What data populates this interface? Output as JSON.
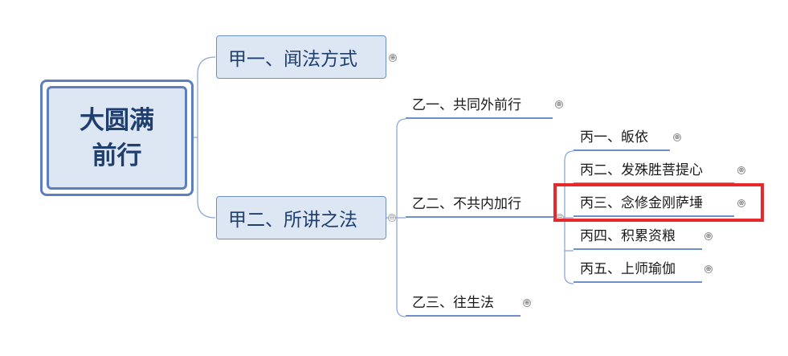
{
  "root": {
    "line1": "大圆满",
    "line2": "前行"
  },
  "level1": [
    {
      "label": "甲一、闻法方式",
      "expand": "⊕"
    },
    {
      "label": "甲二、所讲之法",
      "collapse": "⊖"
    }
  ],
  "level2": [
    {
      "label": "乙一、共同外前行",
      "expand": "⊕"
    },
    {
      "label": "乙二、不共内加行",
      "collapse": "⊖"
    },
    {
      "label": "乙三、往生法",
      "expand": "⊕"
    }
  ],
  "level3": [
    {
      "label": "丙一、皈依",
      "expand": "⊕"
    },
    {
      "label": "丙二、发殊胜菩提心",
      "expand": "⊕"
    },
    {
      "label": "丙三、念修金刚萨埵",
      "expand": "⊕"
    },
    {
      "label": "丙四、积累资粮",
      "expand": "⊕"
    },
    {
      "label": "丙五、上师瑜伽",
      "expand": "⊕"
    }
  ],
  "colors": {
    "node_fill": "#dde6f3",
    "node_border": "#5b7fbf",
    "text": "#1f3f6f",
    "highlight": "#e8292c"
  }
}
